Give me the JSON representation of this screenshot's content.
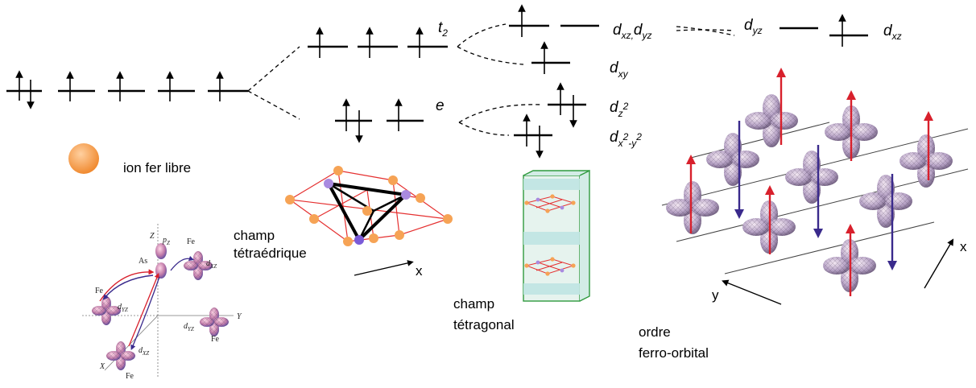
{
  "labels": {
    "t2": "t",
    "t2_sub": "2",
    "e": "e",
    "ion": "ion fer libre",
    "tetra_l1": "champ",
    "tetra_l2": "tétraédrique",
    "tetrag_l1": "champ",
    "tetrag_l2": "tétragonal",
    "order_l1": "ordre",
    "order_l2": "ferro-orbital",
    "x": "x",
    "y": "y"
  },
  "orbitals": {
    "dxz_dyz": {
      "d1": "d",
      "s1": "xz,",
      "d2": "d",
      "s2": "yz"
    },
    "dxy": {
      "d": "d",
      "s": "xy"
    },
    "dz2": {
      "d": "d",
      "s": "z",
      "sup": "2"
    },
    "dx2y2": {
      "d": "d",
      "s1": "x",
      "sup1": "2",
      "s2": "-y",
      "sup2": "2"
    },
    "dyz": {
      "d": "d",
      "s": "yz"
    },
    "dxz": {
      "d": "d",
      "s": "xz"
    }
  },
  "inset": {
    "fe": "Fe",
    "as": "As",
    "z": "Z",
    "y": "Y",
    "x": "X",
    "pz": "p",
    "pz_sub": "Z",
    "d": "d",
    "xz": "XZ",
    "yz": "YZ"
  },
  "colors": {
    "spin_up": "#d8202c",
    "spin_down": "#3a2a8c",
    "lobe": "#b4a0c4",
    "iron": "#f6a355",
    "arsenic": "#a98ae0",
    "lattice": "#e53030"
  }
}
